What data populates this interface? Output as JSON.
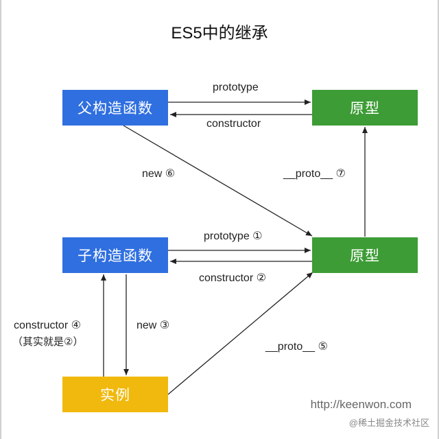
{
  "title": "ES5中的继承",
  "nodes": {
    "parent_ctor": "父构造函数",
    "parent_proto": "原型",
    "child_ctor": "子构造函数",
    "child_proto": "原型",
    "instance": "实例"
  },
  "edges": {
    "top_prototype": "prototype",
    "top_constructor": "constructor",
    "new6": "new ⑥",
    "proto7": "__proto__ ⑦",
    "mid_prototype": "prototype ①",
    "mid_constructor": "constructor ②",
    "constructor4": "constructor ④",
    "constructor4_note": "（其实就是②）",
    "new3": "new ③",
    "proto5": "__proto__ ⑤"
  },
  "watermark": {
    "url": "http://keenwon.com",
    "site": "@稀土掘金技术社区"
  },
  "colors": {
    "blue": "#2f6fe0",
    "green": "#3d9c35",
    "yellow": "#f1b90d",
    "line": "#222222"
  }
}
